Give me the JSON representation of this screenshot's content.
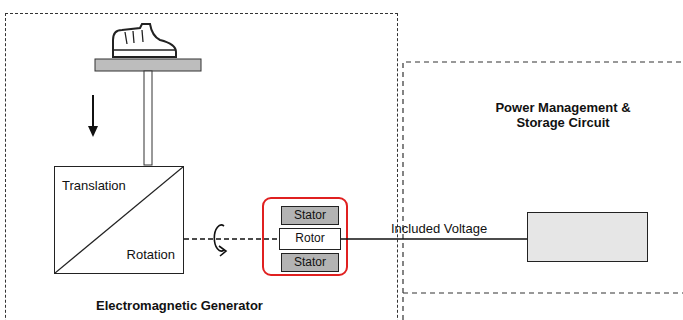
{
  "diagram": {
    "nodes": [
      {
        "text": [
          "Electromagnetic Generator"
        ]
      },
      {
        "text": [
          "Translation",
          "Rotation"
        ],
        "in": 0
      },
      {
        "text": [
          "Stator"
        ],
        "in": 0
      },
      {
        "text": [
          "Rotor"
        ],
        "in": 0
      },
      {
        "text": [
          "Stator"
        ],
        "in": 0
      },
      {
        "text": [
          "Power Management & Storage Circuit"
        ]
      }
    ],
    "edges": [
      {
        "from": 1,
        "to": 3,
        "arrow": "none"
      },
      {
        "from": 3,
        "to": 5,
        "label": "Included Voltage",
        "arrow": "none"
      }
    ]
  }
}
